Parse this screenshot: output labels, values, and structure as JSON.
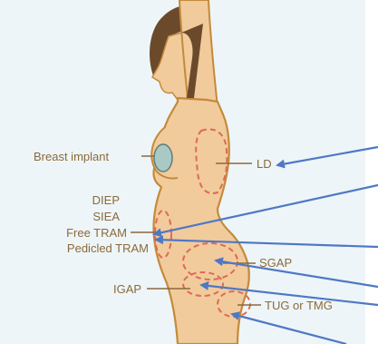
{
  "colors": {
    "background": "#eef5f8",
    "skin": "#f1cb9c",
    "outline": "#c48a3b",
    "hair": "#6b4a2c",
    "flap_outline": "#df6a55",
    "implant": "#a9c9c5",
    "label_text": "#8a6a3c",
    "arrow": "#4f78c4"
  },
  "labels": {
    "breast_implant": "Breast implant",
    "ld": "LD",
    "diep": "DIEP",
    "siea": "SIEA",
    "free_tram": "Free TRAM",
    "pedicled_tram": "Pedicled TRAM",
    "sgap": "SGAP",
    "igap": "IGAP",
    "tug_tmg": "TUG or TMG"
  }
}
